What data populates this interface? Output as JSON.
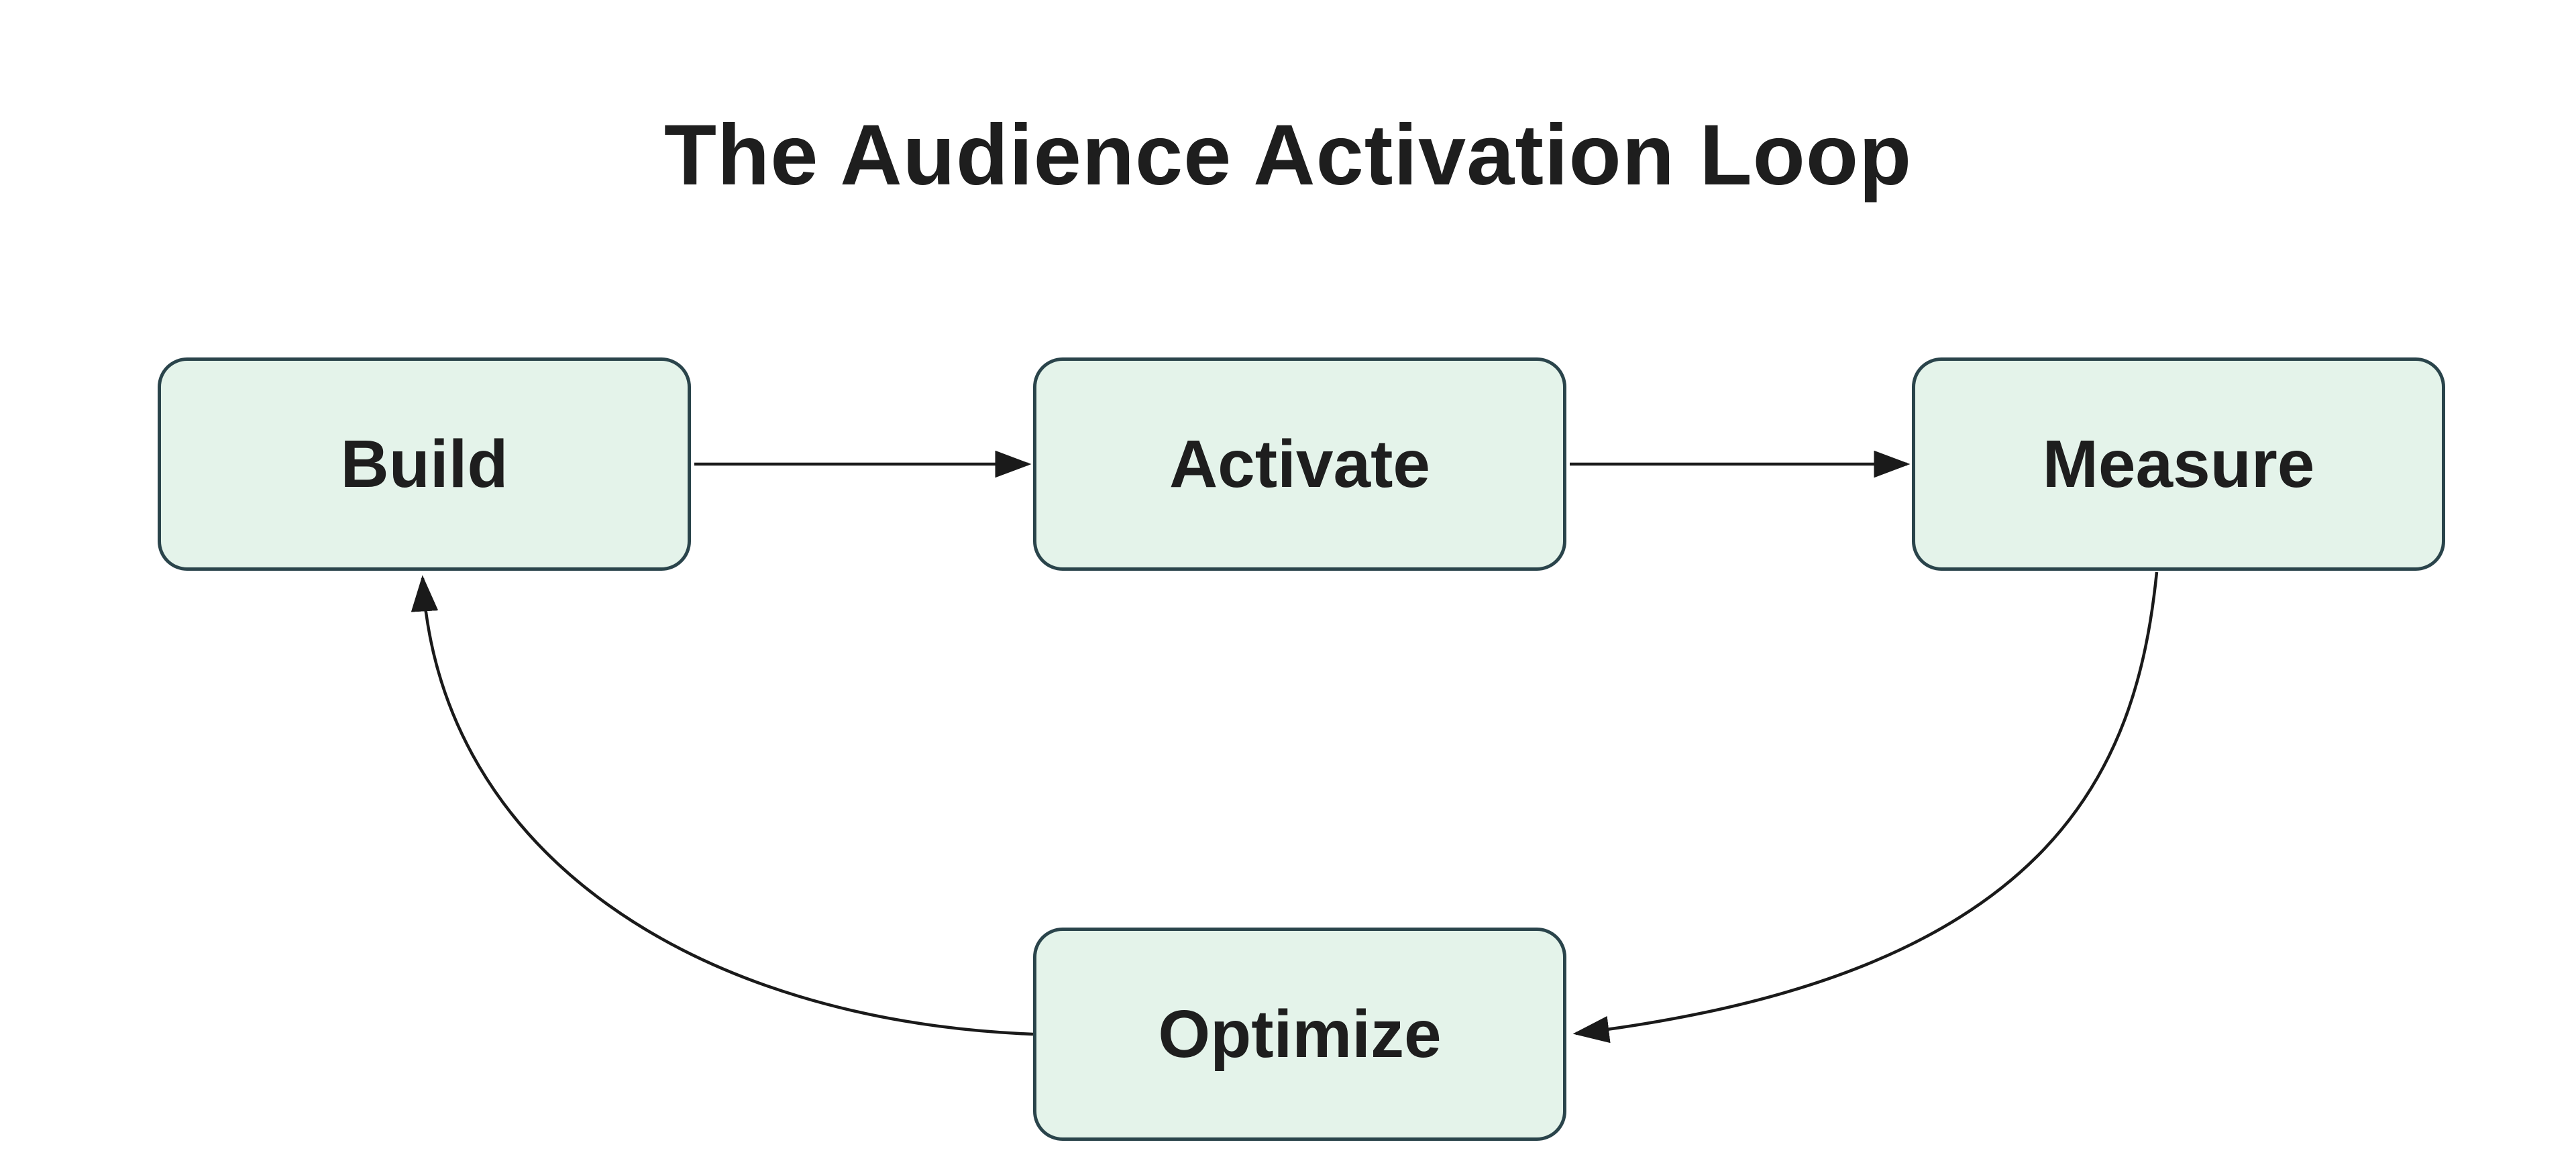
{
  "diagram": {
    "title": "The Audience Activation Loop",
    "nodes": [
      {
        "id": "build",
        "label": "Build"
      },
      {
        "id": "activate",
        "label": "Activate"
      },
      {
        "id": "measure",
        "label": "Measure"
      },
      {
        "id": "optimize",
        "label": "Optimize"
      }
    ],
    "edges": [
      {
        "from": "Build",
        "to": "Activate",
        "style": "straight"
      },
      {
        "from": "Activate",
        "to": "Measure",
        "style": "straight"
      },
      {
        "from": "Measure",
        "to": "Optimize",
        "style": "curved"
      },
      {
        "from": "Optimize",
        "to": "Build",
        "style": "curved"
      }
    ],
    "colors": {
      "background": "#ffffff",
      "node_fill": "#e4f3ea",
      "node_border": "#2a444b",
      "arrow": "#1a1a1a",
      "text": "#1e1e1e"
    }
  }
}
